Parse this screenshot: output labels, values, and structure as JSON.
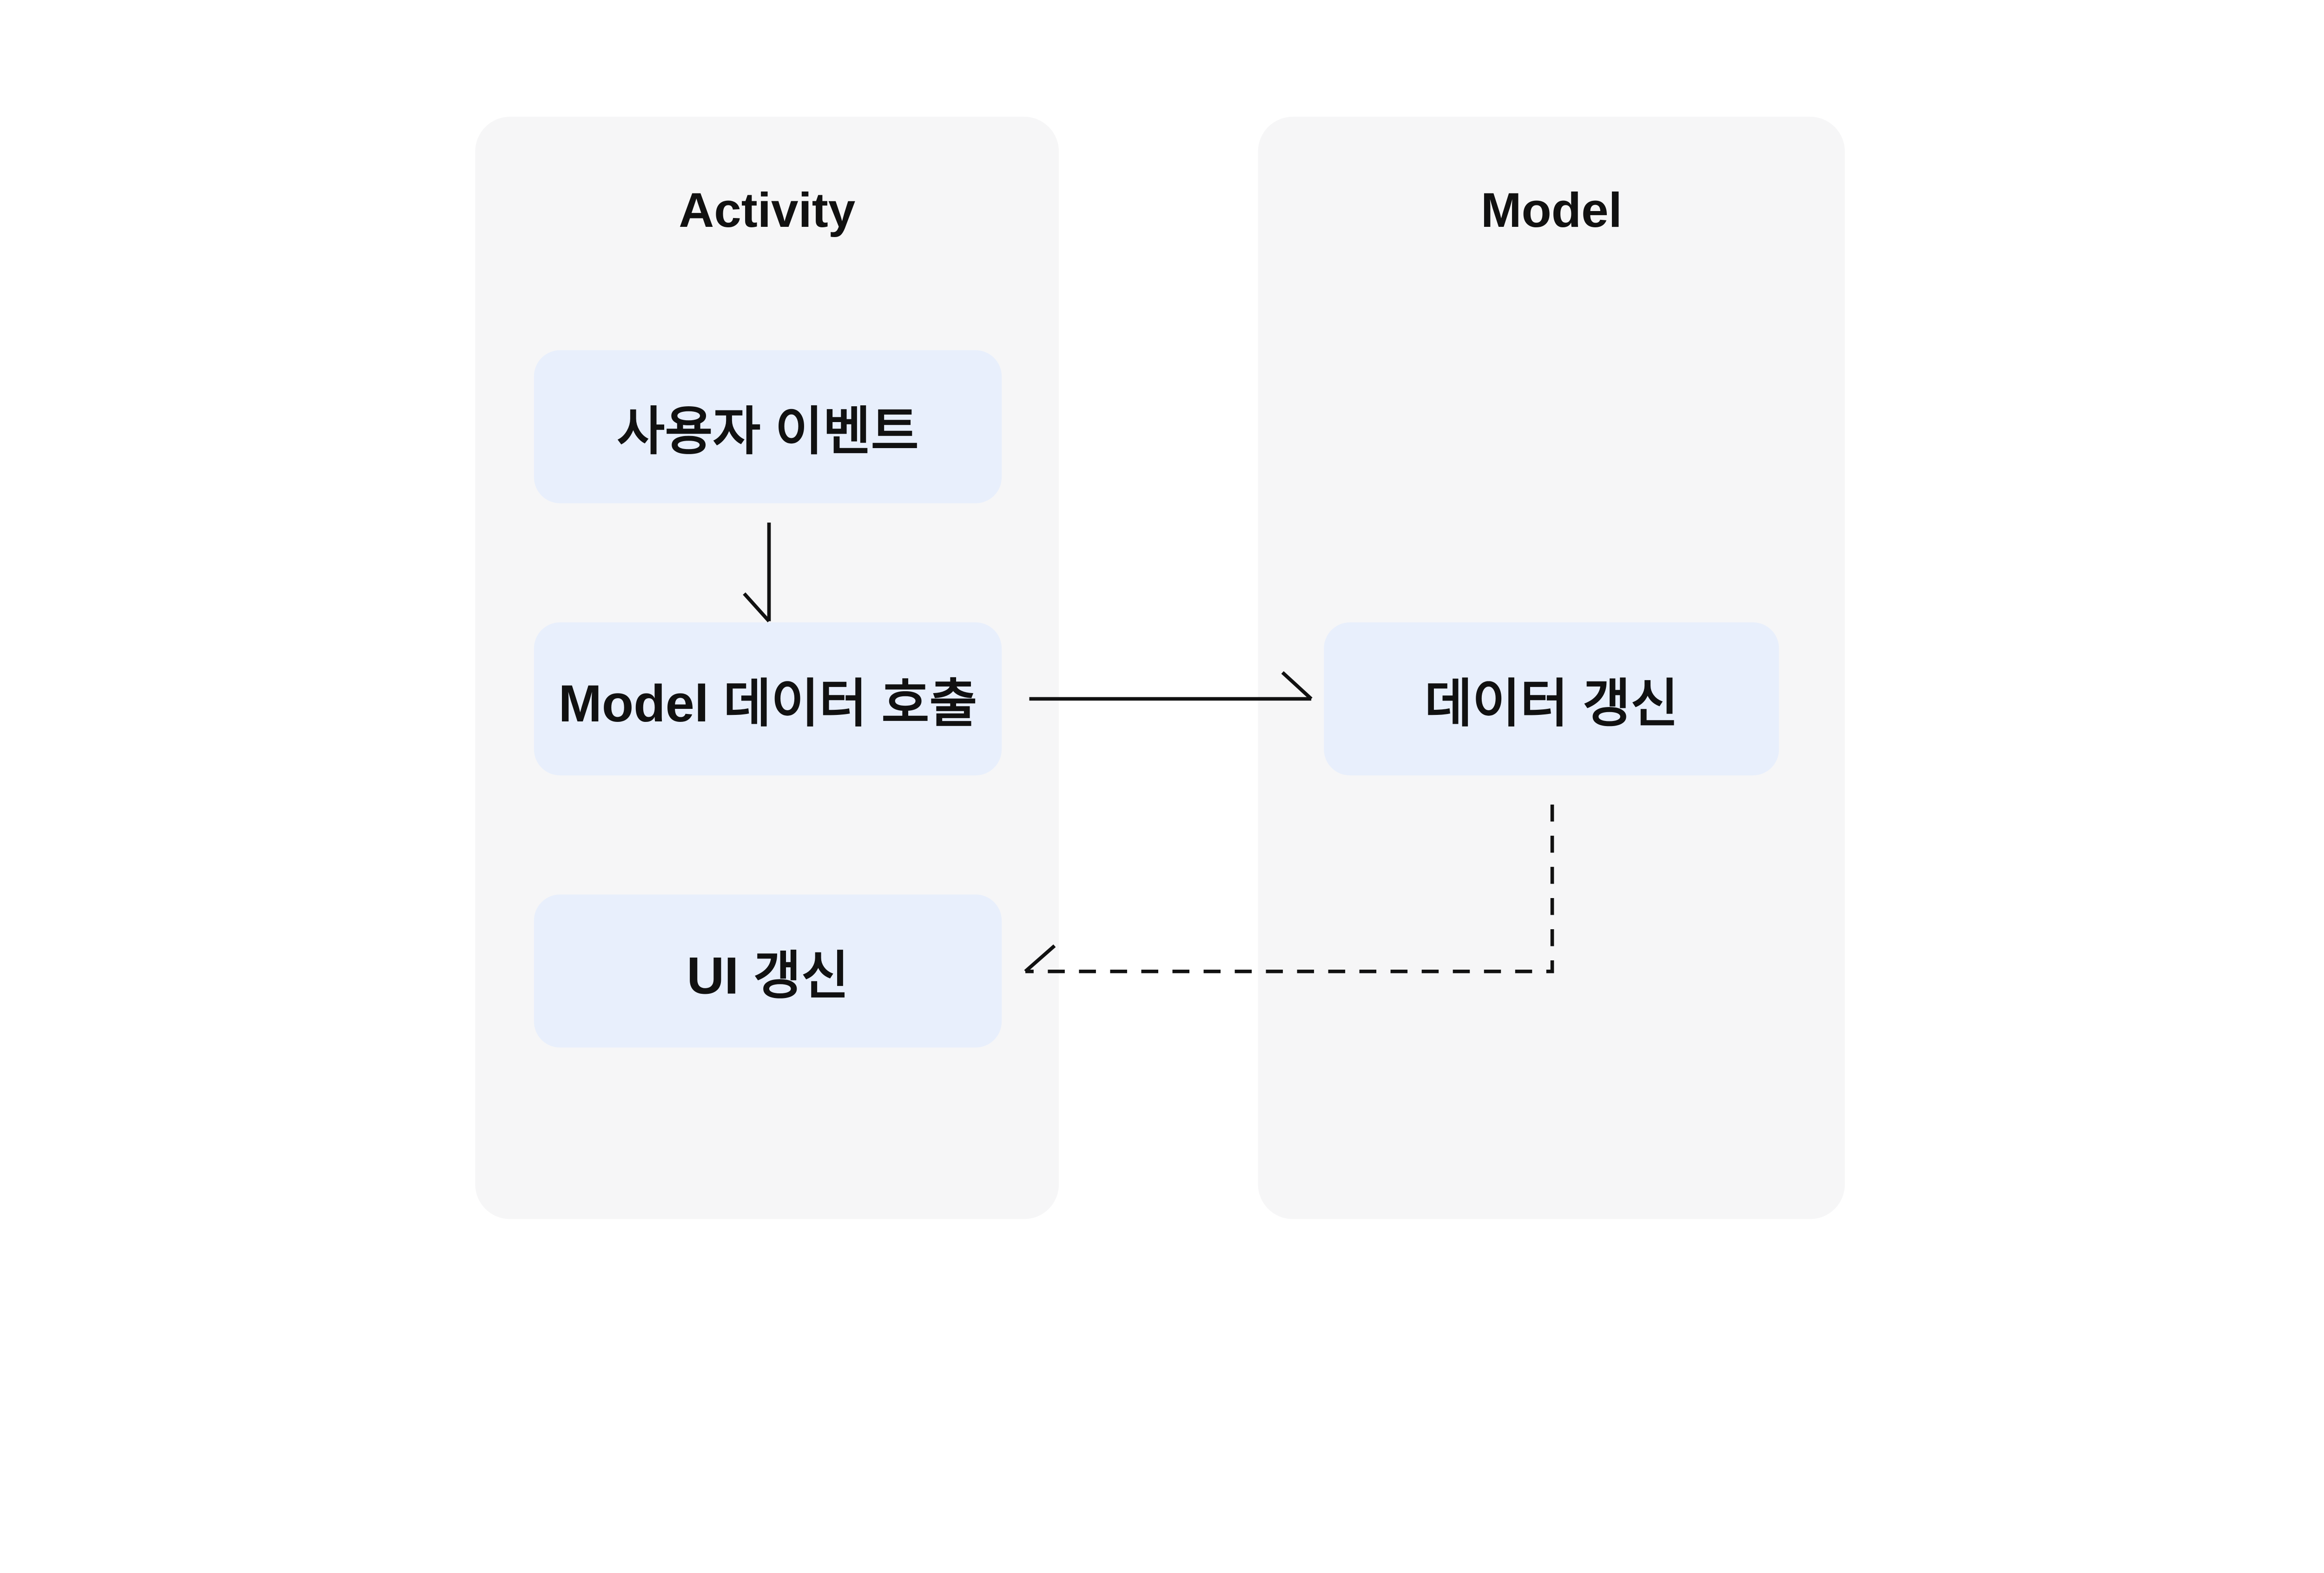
{
  "diagram": {
    "colors": {
      "page_bg": "#ffffff",
      "panel_bg": "#f6f6f7",
      "node_bg": "#e8effc",
      "text": "#111111",
      "line": "#111111"
    },
    "panels": [
      {
        "id": "activity",
        "title": "Activity",
        "nodes": [
          {
            "id": "user-event",
            "label": "사용자 이벤트"
          },
          {
            "id": "model-data-call",
            "label": "Model 데이터 호출"
          },
          {
            "id": "ui-update",
            "label": "UI 갱신"
          }
        ]
      },
      {
        "id": "model",
        "title": "Model",
        "nodes": [
          {
            "id": "data-update",
            "label": "데이터 갱신"
          }
        ]
      }
    ],
    "connectors": [
      {
        "id": "user-event-to-model-data-call",
        "from": "user-event",
        "to": "model-data-call",
        "style": "solid"
      },
      {
        "id": "model-data-call-to-data-update",
        "from": "model-data-call",
        "to": "data-update",
        "style": "solid"
      },
      {
        "id": "data-update-to-ui-update",
        "from": "data-update",
        "to": "ui-update",
        "style": "dashed"
      }
    ]
  }
}
